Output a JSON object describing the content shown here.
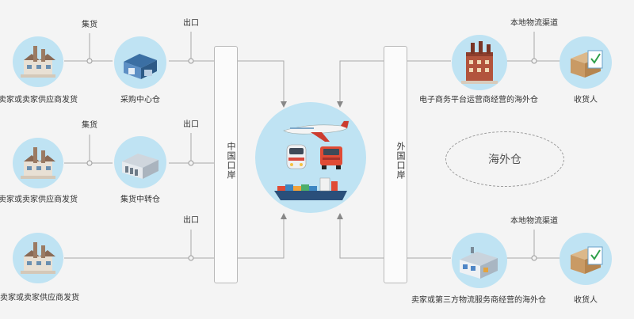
{
  "sources": [
    {
      "label": "卖家或卖家供应商发货"
    },
    {
      "label": "卖家或卖家供应商发货"
    },
    {
      "label": "卖家或卖家供应商发货"
    }
  ],
  "warehouses": [
    {
      "label": "采购中心仓",
      "flow_label": "集货"
    },
    {
      "label": "集货中转仓",
      "flow_label": "集货"
    }
  ],
  "export_labels": [
    "出口",
    "出口",
    "出口"
  ],
  "china_port": "中国口岸",
  "foreign_port": "外国口岸",
  "transport": {
    "modes": [
      "plane-icon",
      "train-icon",
      "truck-icon",
      "ship-icon"
    ]
  },
  "overseas": {
    "top_warehouse": "电子商务平台运营商经营的海外仓",
    "bottom_warehouse": "卖家或第三方物流服务商经营的海外仓",
    "channel_label_top": "本地物流渠道",
    "channel_label_bottom": "本地物流渠道",
    "receiver_top": "收货人",
    "receiver_bottom": "收货人"
  },
  "center_label": "海外仓",
  "colors": {
    "circle": "#bfe3f3",
    "line": "#a8a8a8",
    "background": "#f4f4f4",
    "truck": "#e04b35",
    "train": "#d9483c"
  }
}
